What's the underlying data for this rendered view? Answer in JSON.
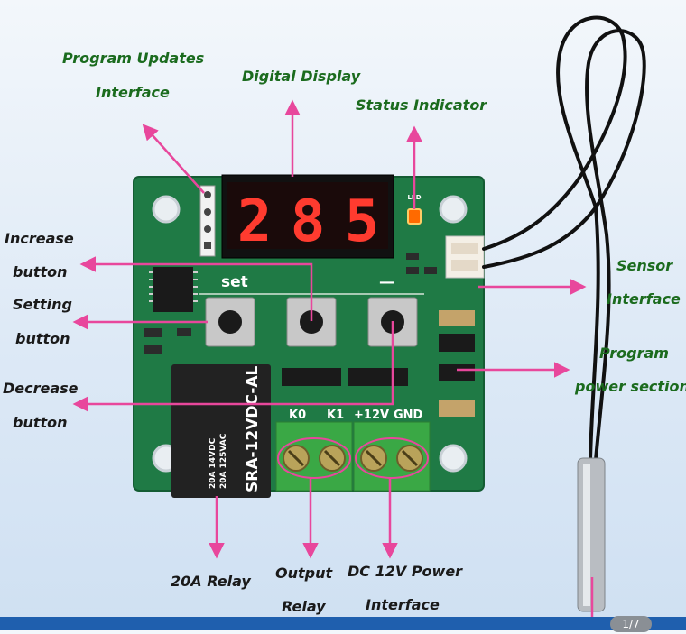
{
  "display": {
    "digits": [
      "2",
      "8",
      "5"
    ]
  },
  "labels": {
    "program_updates_line1": "Program Updates",
    "program_updates_line2": "Interface",
    "digital_display": "Digital Display",
    "status_indicator": "Status Indicator",
    "increase_line1": "Increase",
    "increase_line2": "button",
    "setting_line1": "Setting",
    "setting_line2": "button",
    "decrease_line1": "Decrease",
    "decrease_line2": "button",
    "sensor_line1": "Sensor",
    "sensor_line2": "Interface",
    "program_power_line1": "Program",
    "program_power_line2": "power section",
    "relay_20a": "20A Relay",
    "output_relay_line1": "Output",
    "output_relay_line2": "Relay",
    "dc_power_line1": "DC 12V Power",
    "dc_power_line2": "Interface"
  },
  "board_text": {
    "set": "set",
    "minus": "—",
    "k0": "K0",
    "k1": "K1",
    "v12": "+12V",
    "gnd": "GND",
    "relay_model": "SRA-12VDC-AL",
    "relay_rating1": "20A 14VDC",
    "relay_rating2": "20A 125VAC",
    "led_ref": "LED"
  },
  "page_indicator": "1/7",
  "colors": {
    "label_green": "#1b6b1e",
    "arrow_magenta": "#e8479c",
    "pcb_green": "#1f7a45",
    "display_red": "#ff3b2f",
    "relay_black": "#222222",
    "terminal_green": "#3aa845"
  }
}
